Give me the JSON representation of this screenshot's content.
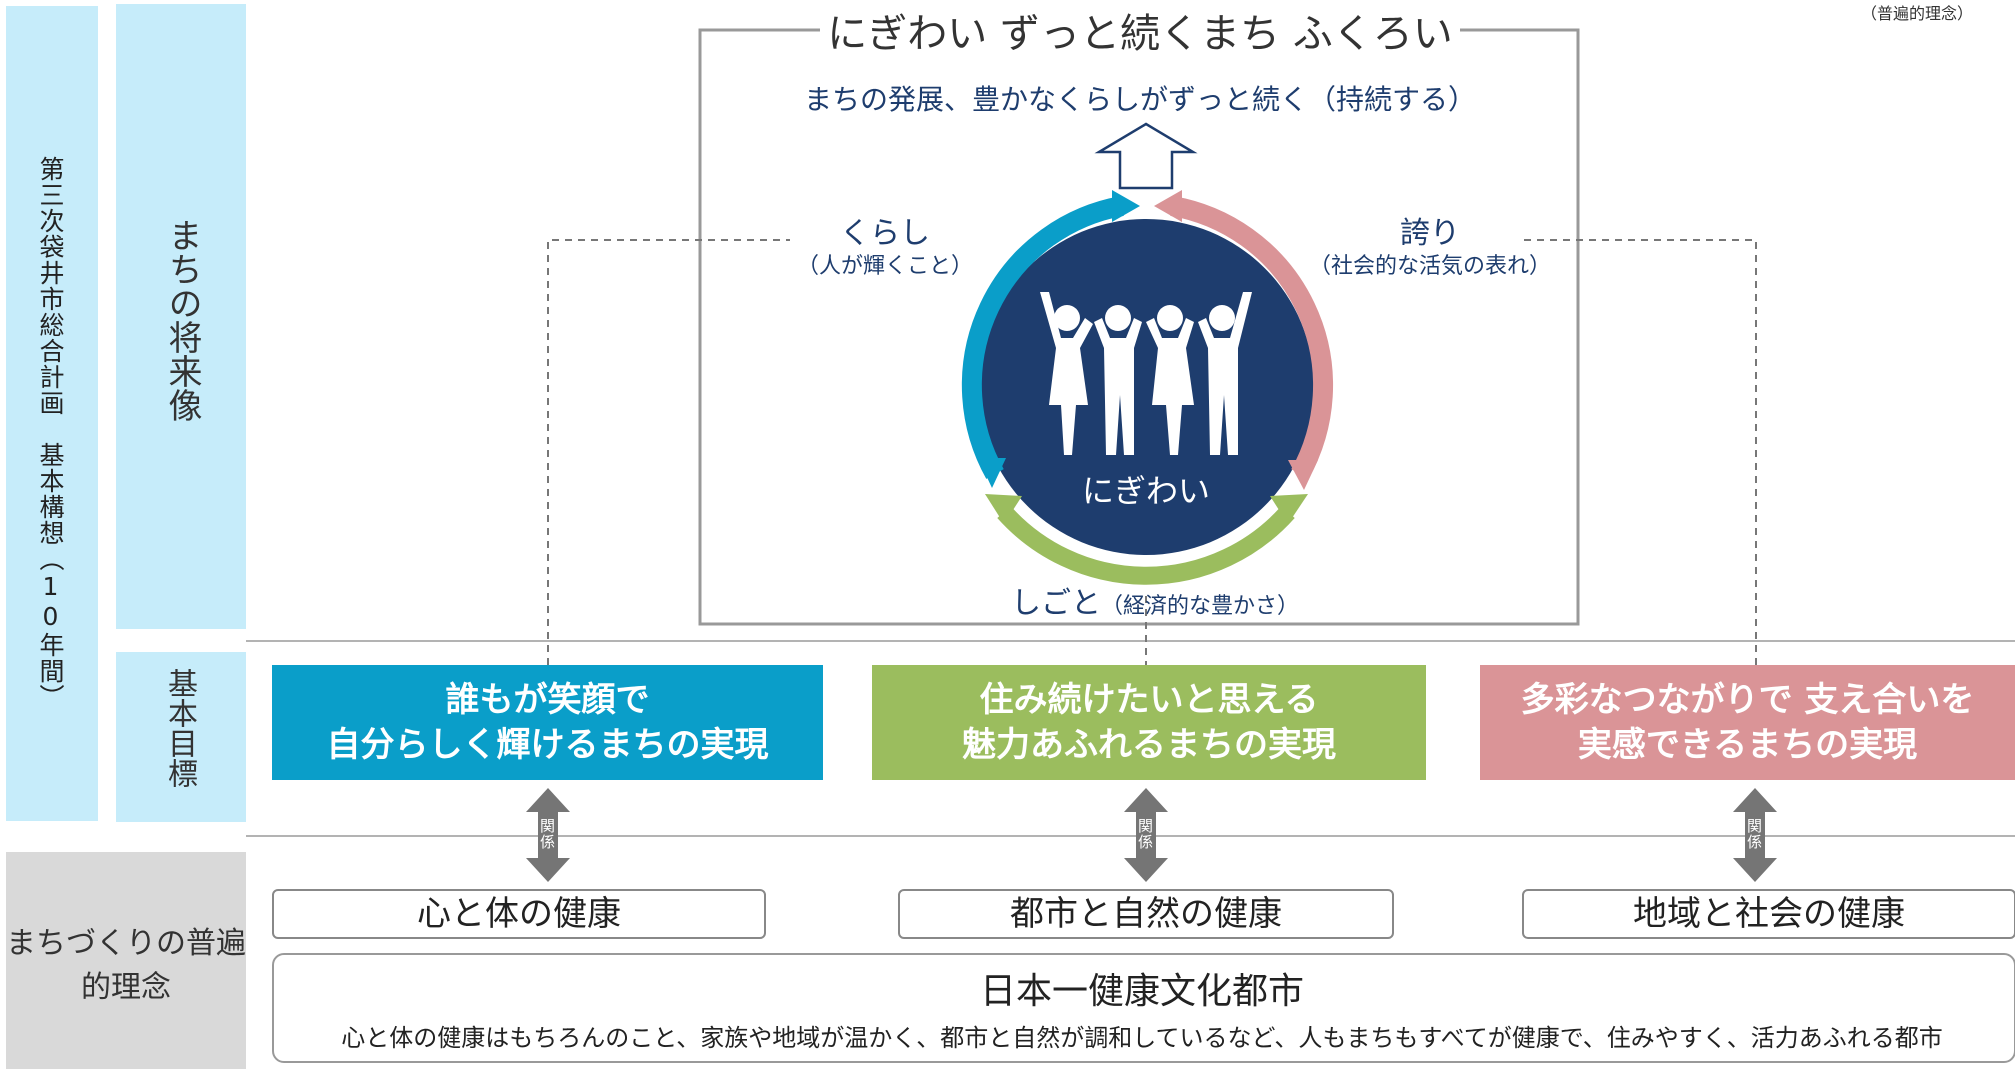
{
  "sidebar": {
    "plan_label": "第三次袋井市総合計画　基本構想（10年間）",
    "vision_label": "まちの将来像",
    "goal_label": "基本目標",
    "principle_label": "まちづくりの普遍的理念",
    "principle_corner": "（普遍的理念）"
  },
  "vision": {
    "title": "にぎわい ずっと続くまち ふくろい",
    "subtitle": "まちの発展、豊かなくらしがずっと続く（持続する）",
    "center": "にぎわい",
    "kurashi": "くらし",
    "kurashi_sub": "（人が輝くこと）",
    "hokori": "誇り",
    "hokori_sub": "（社会的な活気の表れ）",
    "shigoto": "しごと",
    "shigoto_sub": "（経済的な豊かさ）"
  },
  "goals": [
    {
      "line1": "誰もが笑顔で",
      "line2": "自分らしく輝けるまちの実現"
    },
    {
      "line1": "住み続けたいと思える",
      "line2": "魅力あふれるまちの実現"
    },
    {
      "line1": "多彩なつながりで 支え合いを",
      "line2": "実感できるまちの実現"
    }
  ],
  "relation_label": "関係",
  "health": [
    "心と体の健康",
    "都市と自然の健康",
    "地域と社会の健康"
  ],
  "principle": {
    "title": "日本一健康文化都市",
    "description": "心と体の健康はもちろんのこと、家族や地域が温かく、都市と自然が調和しているなど、人もまちもすべてが健康で、住みやすく、活力あふれる都市"
  },
  "colors": {
    "blue": "#0a9ec9",
    "green": "#9bbd5e",
    "pink": "#da9497",
    "navy": "#1e3d6e",
    "sidebar": "#c6ecfa"
  }
}
